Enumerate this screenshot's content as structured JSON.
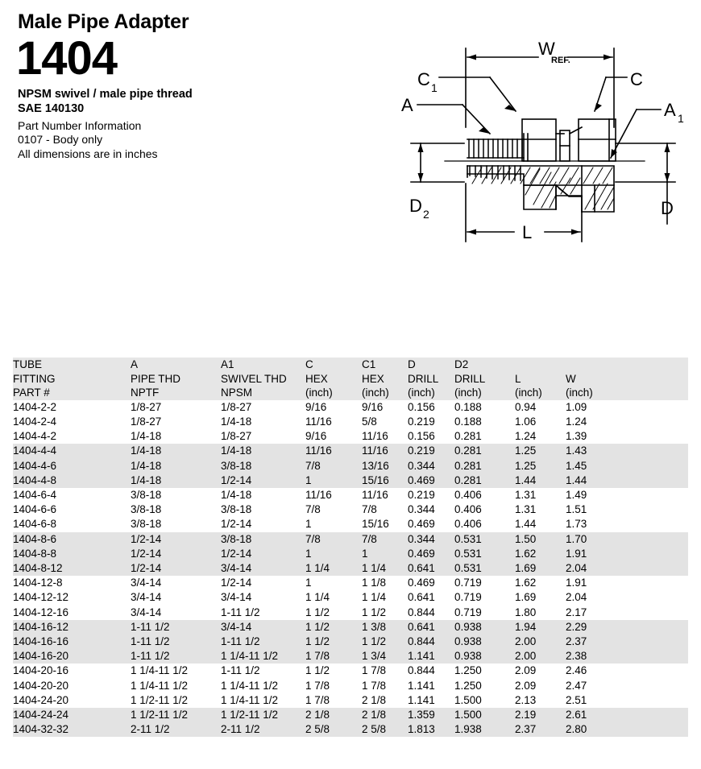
{
  "header": {
    "title": "Male Pipe Adapter",
    "number": "1404",
    "thread_desc": "NPSM swivel / male pipe thread",
    "sae": "SAE 140130",
    "part_info_label": "Part Number Information",
    "body_only": "0107 - Body only",
    "units_note": "All dimensions are in inches"
  },
  "diagram": {
    "labels": {
      "w": "W",
      "w_sub": "REF.",
      "c": "C",
      "c1": "C",
      "c1_sub": "1",
      "a": "A",
      "a1": "A",
      "a1_sub": "1",
      "d": "D",
      "d2": "D",
      "d2_sub": "2",
      "l": "L"
    }
  },
  "table": {
    "headers": [
      {
        "l1": "TUBE",
        "l2": "FITTING",
        "l3": "PART #"
      },
      {
        "l1": "A",
        "l2": "PIPE THD",
        "l3": "NPTF"
      },
      {
        "l1": "A1",
        "l2": "SWIVEL THD",
        "l3": "NPSM"
      },
      {
        "l1": "C",
        "l2": "HEX",
        "l3": "(inch)"
      },
      {
        "l1": "C1",
        "l2": "HEX",
        "l3": "(inch)"
      },
      {
        "l1": "D",
        "l2": "DRILL",
        "l3": "(inch)"
      },
      {
        "l1": "D2",
        "l2": "DRILL",
        "l3": "(inch)"
      },
      {
        "l1": "",
        "l2": "L",
        "l3": "(inch)"
      },
      {
        "l1": "",
        "l2": "W",
        "l3": "(inch)"
      }
    ],
    "rows": [
      {
        "band": false,
        "cells": [
          "1404-2-2",
          "1/8-27",
          "1/8-27",
          "9/16",
          "9/16",
          "0.156",
          "0.188",
          "0.94",
          "1.09"
        ]
      },
      {
        "band": false,
        "cells": [
          "1404-2-4",
          "1/8-27",
          "1/4-18",
          "11/16",
          "5/8",
          "0.219",
          "0.188",
          "1.06",
          "1.24"
        ]
      },
      {
        "band": false,
        "cells": [
          "1404-4-2",
          "1/4-18",
          "1/8-27",
          "9/16",
          "11/16",
          "0.156",
          "0.281",
          "1.24",
          "1.39"
        ]
      },
      {
        "band": true,
        "cells": [
          "1404-4-4",
          "1/4-18",
          "1/4-18",
          "11/16",
          "11/16",
          "0.219",
          "0.281",
          "1.25",
          "1.43"
        ]
      },
      {
        "band": true,
        "cells": [
          "1404-4-6",
          "1/4-18",
          "3/8-18",
          "7/8",
          "13/16",
          "0.344",
          "0.281",
          "1.25",
          "1.45"
        ]
      },
      {
        "band": true,
        "cells": [
          "1404-4-8",
          "1/4-18",
          "1/2-14",
          "1",
          "15/16",
          "0.469",
          "0.281",
          "1.44",
          "1.44"
        ]
      },
      {
        "band": false,
        "cells": [
          "1404-6-4",
          "3/8-18",
          "1/4-18",
          "11/16",
          "11/16",
          "0.219",
          "0.406",
          "1.31",
          "1.49"
        ]
      },
      {
        "band": false,
        "cells": [
          "1404-6-6",
          "3/8-18",
          "3/8-18",
          "7/8",
          "7/8",
          "0.344",
          "0.406",
          "1.31",
          "1.51"
        ]
      },
      {
        "band": false,
        "cells": [
          "1404-6-8",
          "3/8-18",
          "1/2-14",
          "1",
          "15/16",
          "0.469",
          "0.406",
          "1.44",
          "1.73"
        ]
      },
      {
        "band": true,
        "cells": [
          "1404-8-6",
          "1/2-14",
          "3/8-18",
          "7/8",
          "7/8",
          "0.344",
          "0.531",
          "1.50",
          "1.70"
        ]
      },
      {
        "band": true,
        "cells": [
          "1404-8-8",
          "1/2-14",
          "1/2-14",
          "1",
          "1",
          "0.469",
          "0.531",
          "1.62",
          "1.91"
        ]
      },
      {
        "band": true,
        "cells": [
          "1404-8-12",
          "1/2-14",
          "3/4-14",
          "1 1/4",
          "1 1/4",
          "0.641",
          "0.531",
          "1.69",
          "2.04"
        ]
      },
      {
        "band": false,
        "cells": [
          "1404-12-8",
          "3/4-14",
          "1/2-14",
          "1",
          "1 1/8",
          "0.469",
          "0.719",
          "1.62",
          "1.91"
        ]
      },
      {
        "band": false,
        "cells": [
          "1404-12-12",
          "3/4-14",
          "3/4-14",
          "1 1/4",
          "1 1/4",
          "0.641",
          "0.719",
          "1.69",
          "2.04"
        ]
      },
      {
        "band": false,
        "cells": [
          "1404-12-16",
          "3/4-14",
          "1-11 1/2",
          "1 1/2",
          "1 1/2",
          "0.844",
          "0.719",
          "1.80",
          "2.17"
        ]
      },
      {
        "band": true,
        "cells": [
          "1404-16-12",
          "1-11 1/2",
          "3/4-14",
          "1 1/2",
          "1 3/8",
          "0.641",
          "0.938",
          "1.94",
          "2.29"
        ]
      },
      {
        "band": true,
        "cells": [
          "1404-16-16",
          "1-11 1/2",
          "1-11 1/2",
          "1 1/2",
          "1 1/2",
          "0.844",
          "0.938",
          "2.00",
          "2.37"
        ]
      },
      {
        "band": true,
        "cells": [
          "1404-16-20",
          "1-11 1/2",
          "1 1/4-11 1/2",
          "1 7/8",
          "1 3/4",
          "1.141",
          "0.938",
          "2.00",
          "2.38"
        ]
      },
      {
        "band": false,
        "cells": [
          "1404-20-16",
          "1 1/4-11 1/2",
          "1-11 1/2",
          "1 1/2",
          "1 7/8",
          "0.844",
          "1.250",
          "2.09",
          "2.46"
        ]
      },
      {
        "band": false,
        "cells": [
          "1404-20-20",
          "1 1/4-11 1/2",
          "1 1/4-11 1/2",
          "1 7/8",
          "1 7/8",
          "1.141",
          "1.250",
          "2.09",
          "2.47"
        ]
      },
      {
        "band": false,
        "cells": [
          "1404-24-20",
          "1 1/2-11 1/2",
          "1 1/4-11 1/2",
          "1 7/8",
          "2 1/8",
          "1.141",
          "1.500",
          "2.13",
          "2.51"
        ]
      },
      {
        "band": true,
        "cells": [
          "1404-24-24",
          "1 1/2-11 1/2",
          "1 1/2-11 1/2",
          "2 1/8",
          "2 1/8",
          "1.359",
          "1.500",
          "2.19",
          "2.61"
        ]
      },
      {
        "band": true,
        "cells": [
          "1404-32-32",
          "2-11 1/2",
          "2-11 1/2",
          "2 5/8",
          "2 5/8",
          "1.813",
          "1.938",
          "2.37",
          "2.80"
        ]
      }
    ]
  }
}
